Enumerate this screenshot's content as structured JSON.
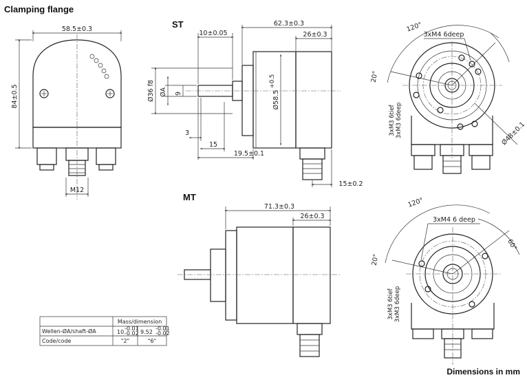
{
  "title": "Clamping flange",
  "units_note": "Dimensions in mm",
  "views": {
    "st_label": "ST",
    "mt_label": "MT"
  },
  "front_view": {
    "width_dim": "58.5±0.3",
    "height_dim": "84±0.5",
    "connector_dim": "M12"
  },
  "st_side": {
    "overall_length": "62.3±0.3",
    "flange_offset": "10±0.05",
    "body_length": "26±0.3",
    "shaft_dia": "Ø36 f8",
    "shaft_a": "ØA",
    "shaft_9": "9",
    "body_dia": "Ø58.5",
    "body_dia_tol": "+0.5",
    "dim_3": "3",
    "dim_15": "15",
    "dim_19_5": "19.5±0.1",
    "dim_15_conn": "15±0.2"
  },
  "st_rear": {
    "angle_120": "120°",
    "angle_20": "20°",
    "thread_m4": "3xM4 6deep",
    "thread_m3a": "3xM3 6tief",
    "thread_m3b": "3xM3 6deep",
    "circle_dia": "Ø48±0.1"
  },
  "mt_side": {
    "overall_length": "71.3±0.3",
    "body_length": "26±0.3"
  },
  "mt_rear": {
    "angle_120": "120°",
    "angle_20": "20°",
    "angle_60": "60°",
    "thread_m4": "3xM4 6 deep",
    "thread_m3a": "3xM3 6tief",
    "thread_m3b": "3xM3 6deep"
  },
  "shaft_table": {
    "header": "Mass/dimension",
    "row1_label": "Wellen-ØA/shaft-ØA",
    "row1_val1": "10",
    "row1_val1_tol_top": "-0.01",
    "row1_val1_tol_bot": "-0.02",
    "row1_val2": "9.52",
    "row1_val2_tol_top": "-0.01",
    "row1_val2_tol_bot": "-0.02",
    "row2_label": "Code/code",
    "row2_val1": "\"2\"",
    "row2_val2": "\"6\""
  }
}
